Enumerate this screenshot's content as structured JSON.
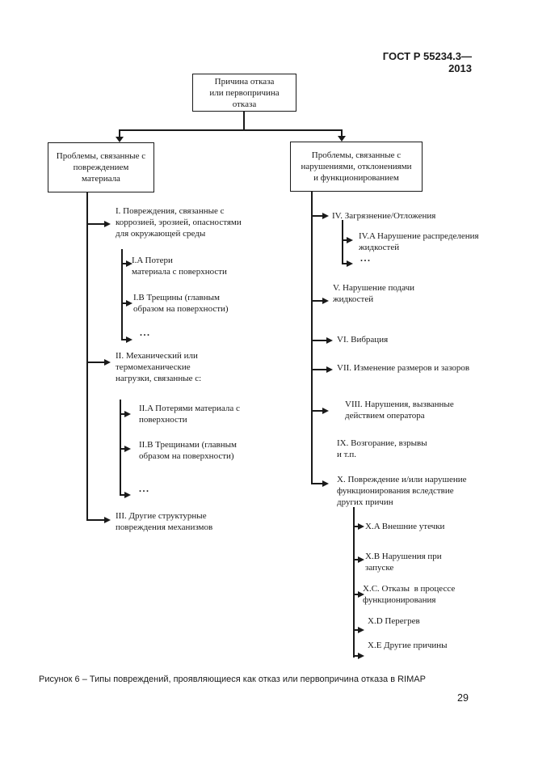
{
  "page": {
    "header": "ГОСТ Р 55234.3—2013",
    "caption": "Рисунок 6 – Типы повреждений, проявляющиеся как отказ или первопричина отказа в RIMAP",
    "page_number": "29"
  },
  "diagram": {
    "root": {
      "label": "Причина отказа\nили первопричина\nотказа"
    },
    "branch_left": {
      "label": "Проблемы, связанные с\nповреждением\nматериала"
    },
    "branch_right": {
      "label": "Проблемы, связанные с\nнарушениями, отклонениями\nи функционированием"
    },
    "left_items": [
      {
        "id": "I",
        "label": "I. Повреждения, связанные с\nкоррозией, эрозией, опасностями\nдля окружающей среды"
      },
      {
        "id": "I.A",
        "label": "I.A Потери\nматериала с поверхности"
      },
      {
        "id": "I.B",
        "label": "I.B Трещины (главным\nобразом на поверхности)"
      },
      {
        "id": "ellipsis-1",
        "label": "..."
      },
      {
        "id": "II",
        "label": "II. Механический или\nтермомеханические\nнагрузки, связанные с:"
      },
      {
        "id": "II.A",
        "label": "II.A Потерями материала с\nповерхности"
      },
      {
        "id": "II.B",
        "label": "II.B Трещинами (главным\nобразом на поверхности)"
      },
      {
        "id": "ellipsis-2",
        "label": "..."
      },
      {
        "id": "III",
        "label": "III. Другие структурные\nповреждения механизмов"
      }
    ],
    "right_items": [
      {
        "id": "IV",
        "label": "IV. Загрязнение/Отложения"
      },
      {
        "id": "IV.A",
        "label": "IV.A Нарушение распределения\nжидкостей"
      },
      {
        "id": "ellipsis-3",
        "label": "..."
      },
      {
        "id": "V",
        "label": "V. Нарушение подачи\nжидкостей"
      },
      {
        "id": "VI",
        "label": "VI. Вибрация"
      },
      {
        "id": "VII",
        "label": "VII. Изменение размеров и зазоров"
      },
      {
        "id": "VIII",
        "label": "VIII. Нарушения, вызванные\nдействием оператора"
      },
      {
        "id": "IX",
        "label": "IX. Возгорание, взрывы\nи т.п."
      },
      {
        "id": "X",
        "label": "X. Повреждение и/или нарушение\nфункционирования вследствие\nдругих причин"
      },
      {
        "id": "X.A",
        "label": "X.A Внешние утечки"
      },
      {
        "id": "X.B",
        "label": "X.B Нарушения при\nзапуске"
      },
      {
        "id": "X.C",
        "label": "X.C. Отказы  в процессе\nфункционирования"
      },
      {
        "id": "X.D",
        "label": "X.D Перегрев"
      },
      {
        "id": "X.E",
        "label": "X.E Другие причины"
      }
    ],
    "colors": {
      "line": "#1a1a1a",
      "text": "#1a1a1a",
      "background": "#ffffff"
    }
  }
}
